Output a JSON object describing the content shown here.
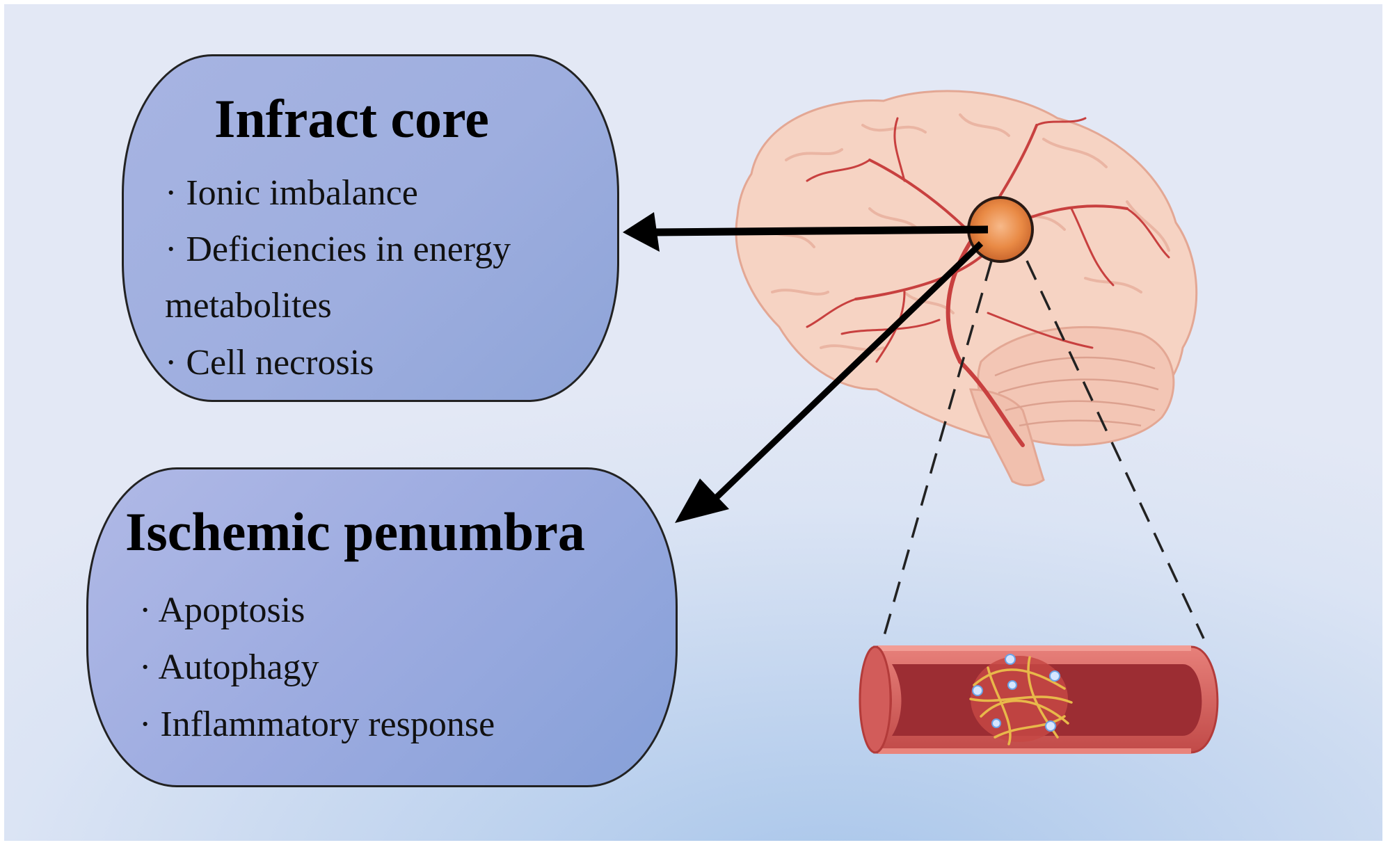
{
  "infract_core": {
    "title": "Infract core",
    "items": [
      "· Ionic imbalance",
      "· Deficiencies in energy",
      "metabolites",
      "· Cell necrosis"
    ]
  },
  "ischemic_penumbra": {
    "title": "Ischemic penumbra",
    "items": [
      "· Apoptosis",
      "· Autophagy",
      "· Inflammatory response"
    ]
  },
  "colors": {
    "card_fill": "#9eaedf",
    "brain_fill": "#f6d3c3",
    "vessel_red": "#c8403f",
    "lesion_orange": "#e98a45",
    "fibrin_yellow": "#e8b84a"
  }
}
